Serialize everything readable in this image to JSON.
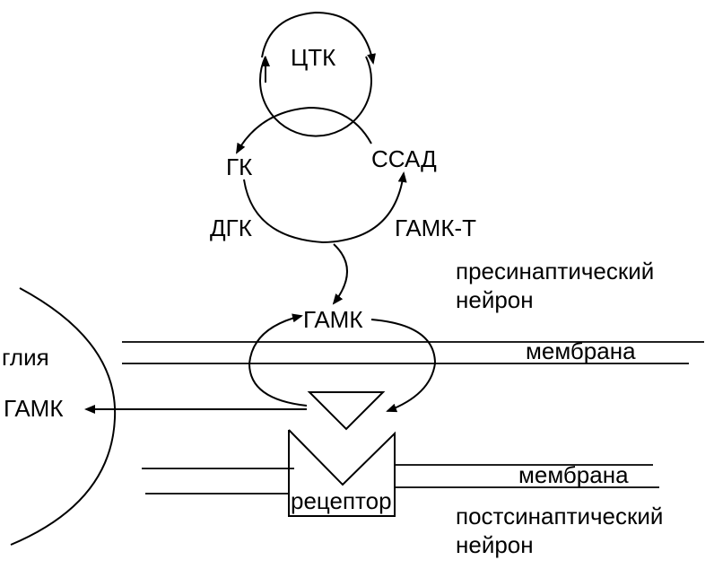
{
  "labels": {
    "tca_cycle": "ЦТК",
    "gk": "ГК",
    "ssad": "ССАД",
    "dgk": "ДГК",
    "gaba_t": "ГАМК-Т",
    "presynaptic_line1": "пресинаптический",
    "presynaptic_line2": "нейрон",
    "gaba_center": "ГАМК",
    "membrane_top": "мембрана",
    "glia": "глия",
    "gaba_left": "ГАМК",
    "membrane_bottom": "мембрана",
    "receptor": "рецептор",
    "postsynaptic_line1": "постсинаптический",
    "postsynaptic_line2": "нейрон"
  }
}
